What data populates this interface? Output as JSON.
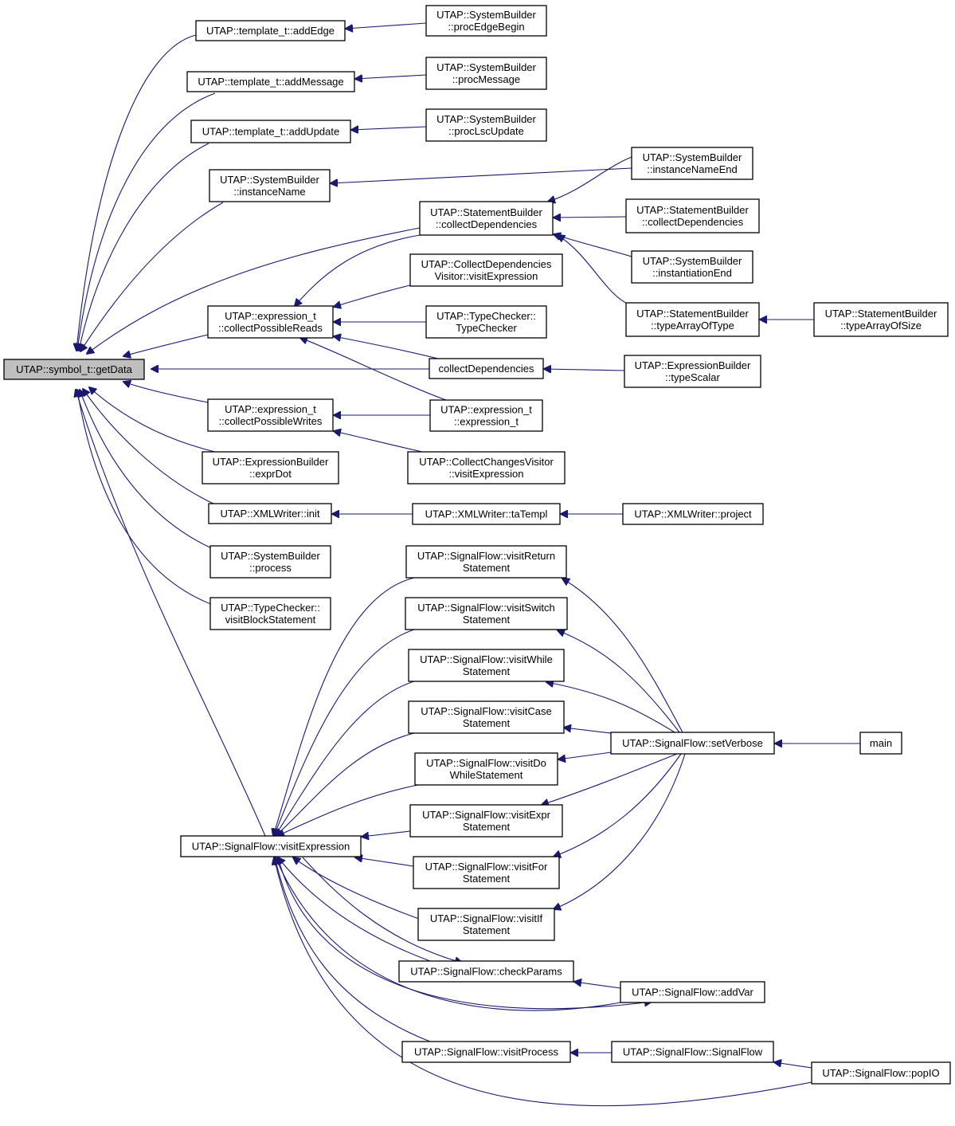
{
  "graph": {
    "title": "Caller graph of UTAP::symbol_t::getData",
    "colors": {
      "edge": "#191970",
      "root_fill": "#bfbfbf",
      "node_fill": "#ffffff",
      "node_border": "#000000"
    },
    "nodes": [
      {
        "id": "getData",
        "lines": [
          "UTAP::symbol_t::getData"
        ],
        "root": true
      },
      {
        "id": "addEdge",
        "lines": [
          "UTAP::template_t::addEdge"
        ]
      },
      {
        "id": "addMessage",
        "lines": [
          "UTAP::template_t::addMessage"
        ]
      },
      {
        "id": "addUpdate",
        "lines": [
          "UTAP::template_t::addUpdate"
        ]
      },
      {
        "id": "instanceName",
        "lines": [
          "UTAP::SystemBuilder",
          "::instanceName"
        ]
      },
      {
        "id": "collectPossibleReads",
        "lines": [
          "UTAP::expression_t",
          "::collectPossibleReads"
        ]
      },
      {
        "id": "collectPossibleWrites",
        "lines": [
          "UTAP::expression_t",
          "::collectPossibleWrites"
        ]
      },
      {
        "id": "exprDot",
        "lines": [
          "UTAP::ExpressionBuilder",
          "::exprDot"
        ]
      },
      {
        "id": "xmlInit",
        "lines": [
          "UTAP::XMLWriter::init"
        ]
      },
      {
        "id": "sbProcess",
        "lines": [
          "UTAP::SystemBuilder",
          "::process"
        ]
      },
      {
        "id": "visitBlockStatement",
        "lines": [
          "UTAP::TypeChecker::",
          "visitBlockStatement"
        ]
      },
      {
        "id": "sfVisitExpression",
        "lines": [
          "UTAP::SignalFlow::visitExpression"
        ]
      },
      {
        "id": "procEdgeBegin",
        "lines": [
          "UTAP::SystemBuilder",
          "::procEdgeBegin"
        ]
      },
      {
        "id": "procMessage",
        "lines": [
          "UTAP::SystemBuilder",
          "::procMessage"
        ]
      },
      {
        "id": "procLscUpdate",
        "lines": [
          "UTAP::SystemBuilder",
          "::procLscUpdate"
        ]
      },
      {
        "id": "stmtCollectDeps",
        "lines": [
          "UTAP::StatementBuilder",
          "::collectDependencies"
        ]
      },
      {
        "id": "cdvVisitExpression",
        "lines": [
          "UTAP::CollectDependencies",
          "Visitor::visitExpression"
        ]
      },
      {
        "id": "typeCheckerCtor",
        "lines": [
          "UTAP::TypeChecker::",
          "TypeChecker"
        ]
      },
      {
        "id": "collectDependencies",
        "lines": [
          "collectDependencies"
        ]
      },
      {
        "id": "exprCtor",
        "lines": [
          "UTAP::expression_t",
          "::expression_t"
        ]
      },
      {
        "id": "ccvVisitExpression",
        "lines": [
          "UTAP::CollectChangesVisitor",
          "::visitExpression"
        ]
      },
      {
        "id": "taTempl",
        "lines": [
          "UTAP::XMLWriter::taTempl"
        ]
      },
      {
        "id": "visitReturn",
        "lines": [
          "UTAP::SignalFlow::visitReturn",
          "Statement"
        ]
      },
      {
        "id": "visitSwitch",
        "lines": [
          "UTAP::SignalFlow::visitSwitch",
          "Statement"
        ]
      },
      {
        "id": "visitWhile",
        "lines": [
          "UTAP::SignalFlow::visitWhile",
          "Statement"
        ]
      },
      {
        "id": "visitCase",
        "lines": [
          "UTAP::SignalFlow::visitCase",
          "Statement"
        ]
      },
      {
        "id": "visitDoWhile",
        "lines": [
          "UTAP::SignalFlow::visitDo",
          "WhileStatement"
        ]
      },
      {
        "id": "visitExprStmt",
        "lines": [
          "UTAP::SignalFlow::visitExpr",
          "Statement"
        ]
      },
      {
        "id": "visitFor",
        "lines": [
          "UTAP::SignalFlow::visitFor",
          "Statement"
        ]
      },
      {
        "id": "visitIf",
        "lines": [
          "UTAP::SignalFlow::visitIf",
          "Statement"
        ]
      },
      {
        "id": "checkParams",
        "lines": [
          "UTAP::SignalFlow::checkParams"
        ]
      },
      {
        "id": "sfVisitProcess",
        "lines": [
          "UTAP::SignalFlow::visitProcess"
        ]
      },
      {
        "id": "instanceNameEnd",
        "lines": [
          "UTAP::SystemBuilder",
          "::instanceNameEnd"
        ]
      },
      {
        "id": "stmtCollectDeps2",
        "lines": [
          "UTAP::StatementBuilder",
          "::collectDependencies"
        ]
      },
      {
        "id": "instantiationEnd",
        "lines": [
          "UTAP::SystemBuilder",
          "::instantiationEnd"
        ]
      },
      {
        "id": "typeArrayOfType",
        "lines": [
          "UTAP::StatementBuilder",
          "::typeArrayOfType"
        ]
      },
      {
        "id": "typeScalar",
        "lines": [
          "UTAP::ExpressionBuilder",
          "::typeScalar"
        ]
      },
      {
        "id": "xmlProject",
        "lines": [
          "UTAP::XMLWriter::project"
        ]
      },
      {
        "id": "setVerbose",
        "lines": [
          "UTAP::SignalFlow::setVerbose"
        ]
      },
      {
        "id": "addVar",
        "lines": [
          "UTAP::SignalFlow::addVar"
        ]
      },
      {
        "id": "sfCtor",
        "lines": [
          "UTAP::SignalFlow::SignalFlow"
        ]
      },
      {
        "id": "typeArrayOfSize",
        "lines": [
          "UTAP::StatementBuilder",
          "::typeArrayOfSize"
        ]
      },
      {
        "id": "main",
        "lines": [
          "main"
        ]
      },
      {
        "id": "popIO",
        "lines": [
          "UTAP::SignalFlow::popIO"
        ]
      }
    ],
    "edges": [
      {
        "from": "addEdge",
        "to": "getData"
      },
      {
        "from": "addMessage",
        "to": "getData"
      },
      {
        "from": "addUpdate",
        "to": "getData"
      },
      {
        "from": "instanceName",
        "to": "getData"
      },
      {
        "from": "stmtCollectDeps",
        "to": "getData"
      },
      {
        "from": "collectPossibleReads",
        "to": "getData"
      },
      {
        "from": "collectDependencies",
        "to": "getData"
      },
      {
        "from": "collectPossibleWrites",
        "to": "getData"
      },
      {
        "from": "exprDot",
        "to": "getData"
      },
      {
        "from": "xmlInit",
        "to": "getData"
      },
      {
        "from": "sbProcess",
        "to": "getData"
      },
      {
        "from": "visitBlockStatement",
        "to": "getData"
      },
      {
        "from": "sfVisitExpression",
        "to": "getData"
      },
      {
        "from": "procEdgeBegin",
        "to": "addEdge"
      },
      {
        "from": "procMessage",
        "to": "addMessage"
      },
      {
        "from": "procLscUpdate",
        "to": "addUpdate"
      },
      {
        "from": "instanceNameEnd",
        "to": "instanceName"
      },
      {
        "from": "instanceNameEnd",
        "to": "stmtCollectDeps"
      },
      {
        "from": "stmtCollectDeps2",
        "to": "stmtCollectDeps"
      },
      {
        "from": "instantiationEnd",
        "to": "stmtCollectDeps"
      },
      {
        "from": "typeArrayOfType",
        "to": "stmtCollectDeps"
      },
      {
        "from": "stmtCollectDeps",
        "to": "collectPossibleReads"
      },
      {
        "from": "cdvVisitExpression",
        "to": "collectPossibleReads"
      },
      {
        "from": "typeCheckerCtor",
        "to": "collectPossibleReads"
      },
      {
        "from": "collectDependencies",
        "to": "collectPossibleReads"
      },
      {
        "from": "exprCtor",
        "to": "collectPossibleReads"
      },
      {
        "from": "typeScalar",
        "to": "collectDependencies"
      },
      {
        "from": "exprCtor",
        "to": "collectPossibleWrites"
      },
      {
        "from": "ccvVisitExpression",
        "to": "collectPossibleWrites"
      },
      {
        "from": "typeArrayOfSize",
        "to": "typeArrayOfType"
      },
      {
        "from": "taTempl",
        "to": "xmlInit"
      },
      {
        "from": "xmlProject",
        "to": "taTempl"
      },
      {
        "from": "visitReturn",
        "to": "sfVisitExpression"
      },
      {
        "from": "visitSwitch",
        "to": "sfVisitExpression"
      },
      {
        "from": "visitWhile",
        "to": "sfVisitExpression"
      },
      {
        "from": "visitCase",
        "to": "sfVisitExpression"
      },
      {
        "from": "visitDoWhile",
        "to": "sfVisitExpression"
      },
      {
        "from": "visitExprStmt",
        "to": "sfVisitExpression"
      },
      {
        "from": "visitFor",
        "to": "sfVisitExpression"
      },
      {
        "from": "visitIf",
        "to": "sfVisitExpression"
      },
      {
        "from": "checkParams",
        "to": "sfVisitExpression"
      },
      {
        "from": "sfVisitExpression",
        "to": "checkParams"
      },
      {
        "from": "addVar",
        "to": "sfVisitExpression"
      },
      {
        "from": "sfVisitExpression",
        "to": "addVar"
      },
      {
        "from": "sfVisitProcess",
        "to": "sfVisitExpression"
      },
      {
        "from": "popIO",
        "to": "sfVisitExpression"
      },
      {
        "from": "setVerbose",
        "to": "visitReturn"
      },
      {
        "from": "setVerbose",
        "to": "visitSwitch"
      },
      {
        "from": "setVerbose",
        "to": "visitWhile"
      },
      {
        "from": "setVerbose",
        "to": "visitCase"
      },
      {
        "from": "setVerbose",
        "to": "visitDoWhile"
      },
      {
        "from": "setVerbose",
        "to": "visitExprStmt"
      },
      {
        "from": "setVerbose",
        "to": "visitFor"
      },
      {
        "from": "setVerbose",
        "to": "visitIf"
      },
      {
        "from": "addVar",
        "to": "checkParams"
      },
      {
        "from": "main",
        "to": "setVerbose"
      },
      {
        "from": "sfCtor",
        "to": "sfVisitProcess"
      },
      {
        "from": "popIO",
        "to": "sfCtor"
      }
    ]
  }
}
